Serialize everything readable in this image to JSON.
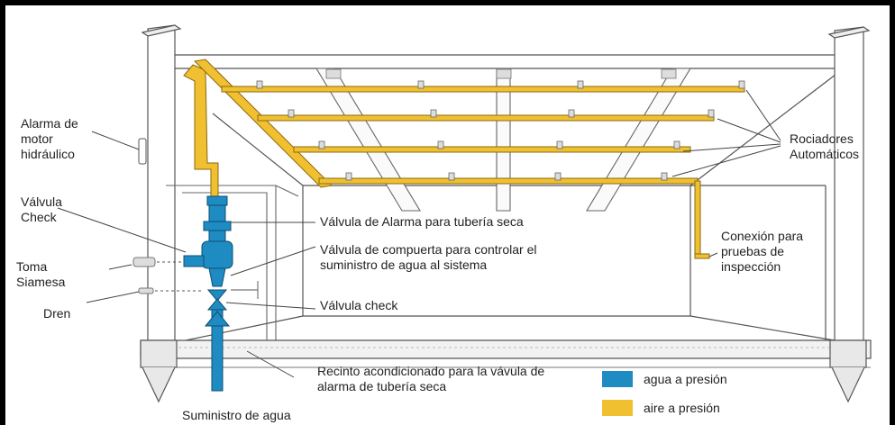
{
  "labels": {
    "alarma_motor": [
      "Alarma de",
      "motor",
      "hidráulico"
    ],
    "valvula_check_left": [
      "Válvula",
      "Check"
    ],
    "toma_siamesa": [
      "Toma",
      "Siamesa"
    ],
    "dren": "Dren",
    "rociadores": [
      "Rociadores",
      "Automáticos"
    ],
    "valvula_alarma": "Válvula de Alarma  para tubería seca",
    "valvula_compuerta": [
      "Válvula de compuerta para controlar el",
      "suministro de agua al sistema"
    ],
    "valvula_check": "Válvula check",
    "conexion": [
      "Conexión para",
      "pruebas de",
      "inspección"
    ],
    "recinto": [
      "Recinto acondicionado para la vávula de",
      "alarma de tubería seca"
    ],
    "suministro": "Suministro de agua"
  },
  "legend": [
    {
      "label": "agua a presión",
      "color": "#1e8bc3"
    },
    {
      "label": "aire a presión",
      "color": "#f0c030"
    }
  ],
  "colors": {
    "water": "#1e8bc3",
    "air": "#f0c030",
    "line": "#444444"
  }
}
